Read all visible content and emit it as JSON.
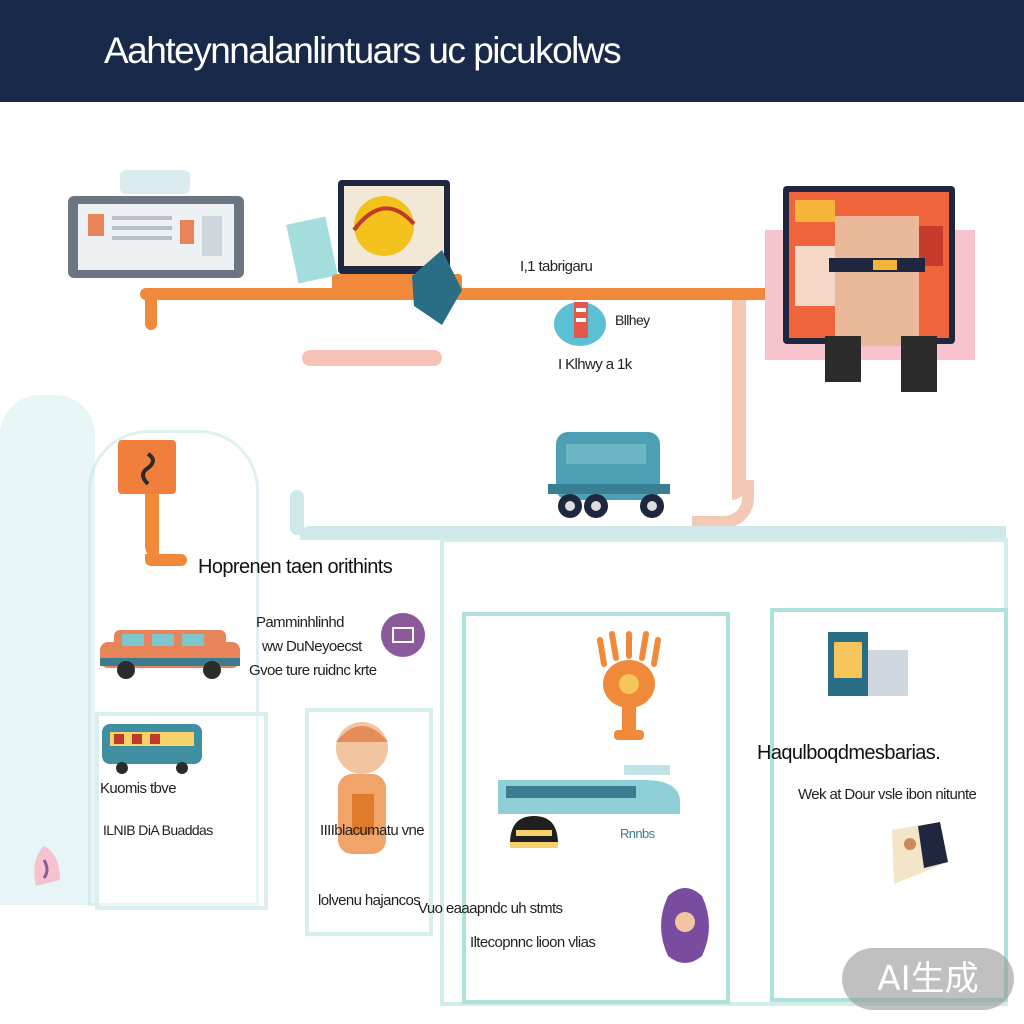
{
  "header": {
    "title": "Aahteynnalanlintuars uc picukolws"
  },
  "labels": {
    "top_right_1": "I,1 tabrigaru",
    "top_right_2": "Bllhey",
    "top_right_3": "I Klhwy a 1k",
    "mid_heading": "Hoprenen taen orithints",
    "mid_line_1": "Pamminhlinhd",
    "mid_line_2": "ww DuNeyoecst",
    "mid_line_3": "Gvoe ture ruidnc krte",
    "left_card_title": "Kuomis tbve",
    "left_card_sub": "ILNIB DiA Buaddas",
    "person_caption": "IIIIblacumatu vne",
    "bottom_line_1": "lolvenu hajancos",
    "bottom_line_2": "Vuo eaaapndc uh stmts",
    "bottom_line_3": "Iltecopnnc lioon vlias",
    "train_caption": "Rnnbs",
    "right_heading": "Haqulboqdmesbarias.",
    "right_sub": "Wek at Dour vsle ibon nitunte"
  },
  "badge": {
    "text": "AI生成"
  },
  "colors": {
    "header_bg": "#19294a",
    "pipe_orange": "#f08a3a",
    "pipe_teal": "#aee0dc",
    "accent_teal": "#3b7c8e"
  }
}
